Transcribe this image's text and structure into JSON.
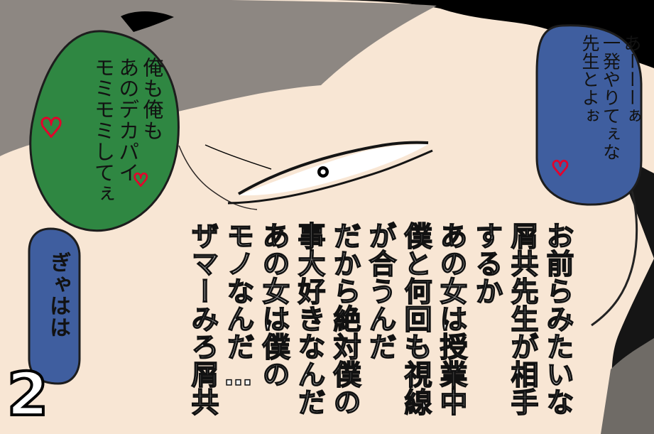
{
  "panel": {
    "green_bubble_text": "俺も俺も\nあのデカパイ\nモミモミしてぇ",
    "blue_bubble_text": "あーーーぁ\n一発やりてぇな\n先生とよぉ",
    "laugh_text": "ぎゃはは",
    "narration": "お前らみたいな\n屑共先生が相手\nするか\nあの女は授業中\n僕と何回も視線\nが合うんだ\nだから絶対僕の\n事大好きなんだ\nあの女は僕の\nモノなんだ…\nザマーみろ屑共",
    "page_number": "2"
  },
  "colors": {
    "skin": "#f8e6d4",
    "hair": "#8d8782",
    "black": "#000000",
    "green_bubble": "#2f8742",
    "blue_bubble": "#3f5e9f",
    "heart": "#e4002b"
  },
  "icons": {
    "heart": "heart-icon"
  }
}
